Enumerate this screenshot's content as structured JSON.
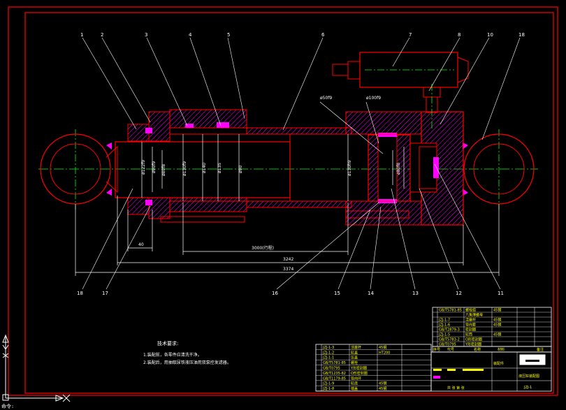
{
  "part_numbers": [
    "1",
    "2",
    "3",
    "4",
    "5",
    "6",
    "7",
    "8",
    "10",
    "18",
    "17",
    "16",
    "15",
    "14",
    "13",
    "12",
    "11"
  ],
  "dimensions": {
    "d_rod_seal": "ø122f9",
    "d_rod": "ø90f9",
    "d_groove": "ø130f9",
    "d_bore_140": "ø140",
    "d_bore_135": "ø135",
    "d_piston": "ø90",
    "d_50": "ø50f9",
    "d_100": "ø100f9",
    "d_130h9": "ø130h9",
    "d_bore_f8": "ø80f8",
    "len_40": "40",
    "stroke": "3000(行程)",
    "len_3242": "3242",
    "len_3374": "3374"
  },
  "tech_requirements": {
    "title": "技术要求:",
    "line1": "1.装配前，各零件应清洗干净。",
    "line2": "2.装配后，用抽取尿铁液压油用双泵控发滤器。"
  },
  "title_block": {
    "drawing_name": "液压缸装配图",
    "drawing_no": "JZJ-1",
    "assembly": "装配件",
    "col_no": "序号",
    "col_code": "代号",
    "col_name": "名称",
    "col_material": "材料",
    "col_remark": "备注",
    "scale_row": "共 张 第 张",
    "upper_rows": [
      [
        "GB/T5781-85",
        "螺栓组",
        "45钢"
      ],
      [
        "",
        "六角薄螺母",
        ""
      ],
      [
        "JZJ-1-7",
        "活塞杆",
        "45钢"
      ],
      [
        "JZJ-1-6",
        "导向套",
        "45钢"
      ],
      [
        "GB/T2879-3",
        "密封圈",
        ""
      ],
      [
        "JZJ-1-5",
        "缸筒",
        "45钢"
      ],
      [
        "GB/T5783-2",
        "O形密封圈",
        ""
      ],
      [
        "GB/T0795",
        "Y形密封圈",
        ""
      ]
    ],
    "lower_rows": [
      [
        "JZJ-1-3",
        "活塞杆",
        "45钢"
      ],
      [
        "JZJ-1-2",
        "缸盖",
        "HT200"
      ],
      [
        "JZJ-1-1",
        "压盖",
        ""
      ],
      [
        "GB/T5781-85",
        "螺栓",
        ""
      ],
      [
        "GB/T0795",
        "Y形密封圈",
        ""
      ],
      [
        "GB/T1235-82",
        "O形密封圈",
        ""
      ],
      [
        "GB/T1179-85",
        "导向环",
        ""
      ],
      [
        "JZJ-1-9",
        "缸底",
        "45钢"
      ],
      [
        "JZJ-1-8",
        "端盖",
        "45钢"
      ]
    ]
  },
  "command_line": "命令:",
  "colors": {
    "background": "#000000",
    "frame": "#ff0000",
    "section_outline": "#ff0000",
    "hatch": "#ff00ff",
    "center_line": "#00ff00",
    "dimension": "#ffffff",
    "table_line": "#ffffff",
    "table_text": "#ffff00",
    "highlight": "#ffff00"
  }
}
